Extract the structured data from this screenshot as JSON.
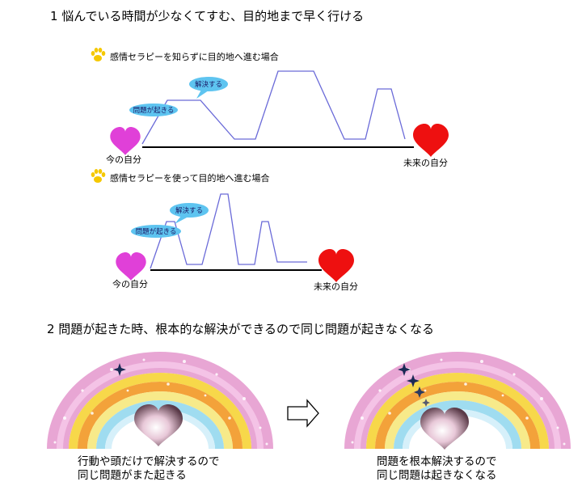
{
  "section1": {
    "heading": "1 悩んでいる時間が少なくてすむ、目的地まで早く行ける",
    "caseA": {
      "label": "感情セラピーを知らずに目的地へ進む場合",
      "bubble1": "問題が起きる",
      "bubble2": "解決する",
      "start_label": "今の自分",
      "end_label": "未来の自分"
    },
    "caseB": {
      "label": "感情セラピーを使って目的地へ進む場合",
      "bubble1": "問題が起きる",
      "bubble2": "解決する",
      "start_label": "今の自分",
      "end_label": "未来の自分"
    }
  },
  "section2": {
    "heading": "2 問題が起きた時、根本的な解決ができるので同じ問題が起きなくなる",
    "left_caption_line1": "行動や頭だけで解決するので",
    "left_caption_line2": "同じ問題がまた起きる",
    "right_caption_line1": "問題を根本解決するので",
    "right_caption_line2": "同じ問題は起きなくなる"
  },
  "colors": {
    "path_line": "#6a6ad8",
    "heart_pink": "#e040d8",
    "heart_red": "#ee1010",
    "bubble": "#5ec4f0",
    "paw": "#f5c800"
  }
}
